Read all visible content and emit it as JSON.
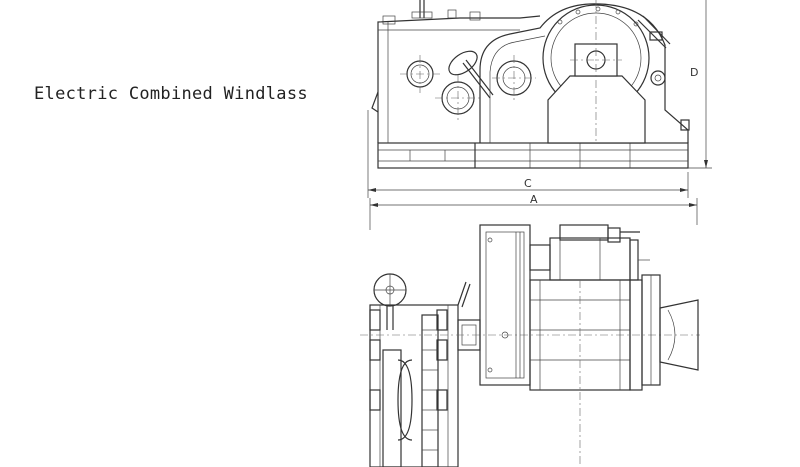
{
  "title": "Electric Combined Windlass",
  "dimensions": {
    "a": "A",
    "c": "C",
    "d": "D"
  }
}
